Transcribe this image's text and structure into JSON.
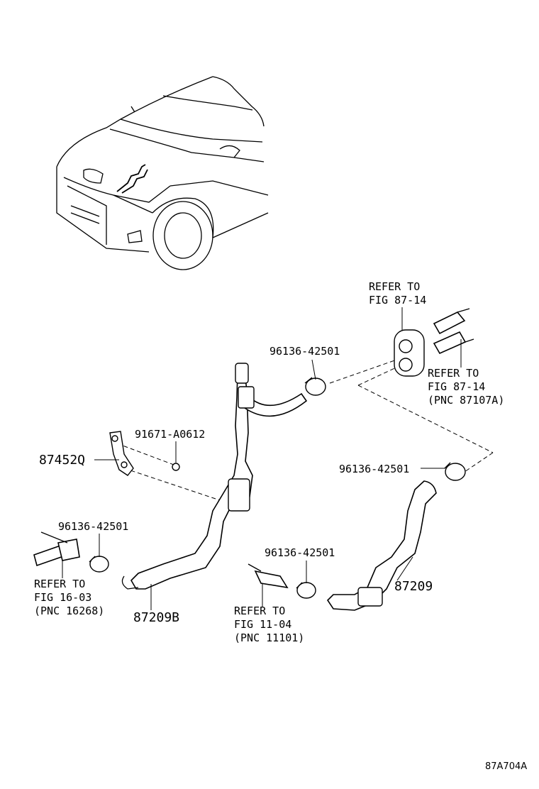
{
  "figure_code": "87A704A",
  "parts": {
    "p1": {
      "code": "96136-42501"
    },
    "p2": {
      "code": "96136-42501"
    },
    "p3": {
      "code": "96136-42501"
    },
    "p4": {
      "code": "96136-42501"
    },
    "bolt": {
      "code": "91671-A0612"
    },
    "bracket": {
      "code": "87452Q"
    },
    "hose_b": {
      "code": "87209B"
    },
    "hose": {
      "code": "87209"
    }
  },
  "refs": {
    "r1": {
      "line1": "REFER TO",
      "line2": "FIG 87-14"
    },
    "r2": {
      "line1": "REFER TO",
      "line2": "FIG 87-14",
      "line3": "(PNC 87107A)"
    },
    "r3": {
      "line1": "REFER TO",
      "line2": "FIG 16-03",
      "line3": "(PNC 16268)"
    },
    "r4": {
      "line1": "REFER TO",
      "line2": "FIG 11-04",
      "line3": "(PNC 11101)"
    }
  }
}
